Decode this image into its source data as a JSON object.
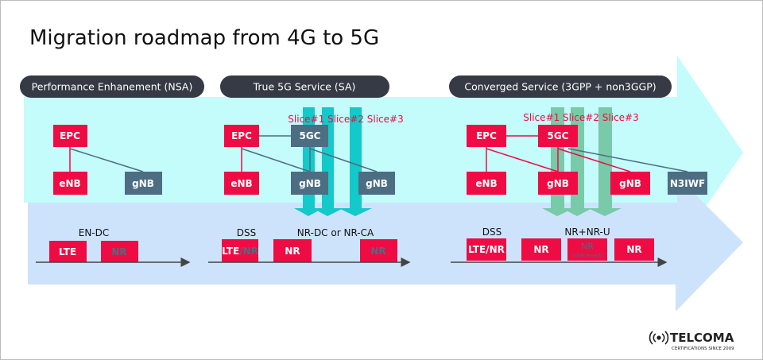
{
  "title": "Migration roadmap from 4G to 5G",
  "colors": {
    "red": "#ef0b43",
    "slate": "#4d6d83",
    "cyan_arrow": "#c4fbfb",
    "blue_arrow": "#cde3fb",
    "slice_cyan": "#14c9c9",
    "slice_green": "#78caa8",
    "pill": "#353a44"
  },
  "sections": [
    {
      "header": "Performance Enhanement (NSA)",
      "nodes": {
        "epc": "EPC",
        "enb": "eNB",
        "gnb": "gNB"
      },
      "mode": "EN-DC",
      "spectrum": [
        "LTE",
        "NR"
      ]
    },
    {
      "header": "True 5G Service (SA)",
      "slices": "Slice#1 Slice#2 Slice#3",
      "nodes": {
        "epc": "EPC",
        "core": "5GC",
        "enb": "eNB",
        "gnb1": "gNB",
        "gnb2": "gNB"
      },
      "dss": "DSS",
      "mode": "NR-DC or NR-CA",
      "spectrum": {
        "lte": "LTE",
        "slash_nr": "/NR",
        "nr1": "NR",
        "nr2": "NR"
      }
    },
    {
      "header": "Converged Service (3GPP + non3GGP)",
      "slices": "Slice#1 Slice#2 Slice#3",
      "nodes": {
        "epc": "EPC",
        "core": "5GC",
        "enb": "eNB",
        "gnb1": "gNB",
        "gnb2": "gNB",
        "n3iwf": "N3IWF"
      },
      "dss": "DSS",
      "mode": "NR+NR-U",
      "spectrum": {
        "ltenr": "LTE/NR",
        "nr1": "NR",
        "nru": "NR",
        "nru_sub": "(Unlicensed)",
        "nr2": "NR"
      }
    }
  ],
  "logo": {
    "name": "TELCOMA",
    "tagline": "CERTIFICATIONS SINCE 2009"
  }
}
